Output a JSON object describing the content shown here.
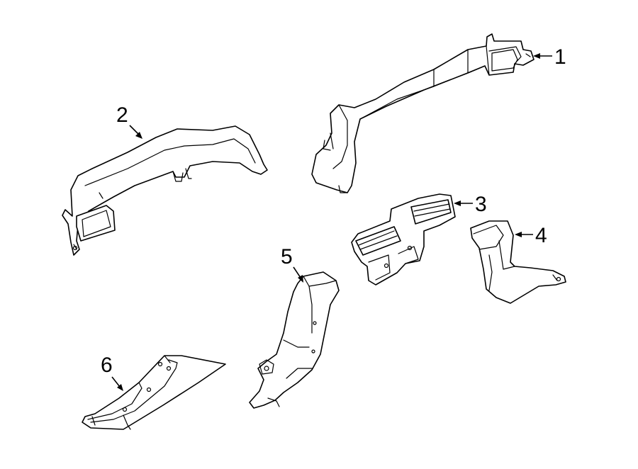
{
  "callouts": [
    {
      "number": "1"
    },
    {
      "number": "2"
    },
    {
      "number": "3"
    },
    {
      "number": "4"
    },
    {
      "number": "5"
    },
    {
      "number": "6"
    }
  ],
  "colors": {
    "background": "#ffffff",
    "line": "#000000"
  }
}
